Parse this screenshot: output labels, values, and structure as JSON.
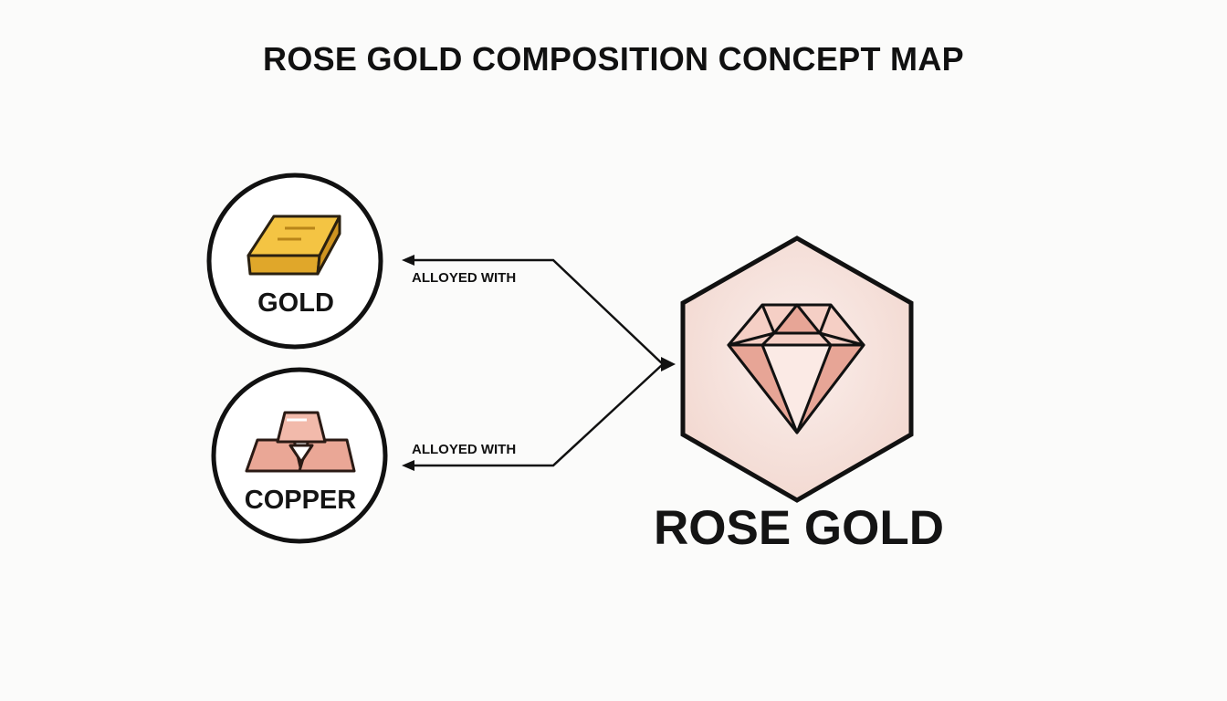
{
  "title": "ROSE GOLD COMPOSITION CONCEPT MAP",
  "nodes": {
    "gold": {
      "label": "GOLD",
      "icon": "gold-bar-icon",
      "icon_color": "#f2bb3a"
    },
    "copper": {
      "label": "COPPER",
      "icon": "copper-bars-icon",
      "icon_color": "#e9a18f"
    },
    "rose_gold": {
      "label": "ROSE GOLD",
      "icon": "diamond-icon",
      "fill_color": "#f4dcd6",
      "icon_color": "#e8a394"
    }
  },
  "edges": [
    {
      "from": "rose_gold",
      "to": "gold",
      "label": "ALLOYED WITH"
    },
    {
      "from": "rose_gold",
      "to": "copper",
      "label": "ALLOYED WITH"
    }
  ]
}
